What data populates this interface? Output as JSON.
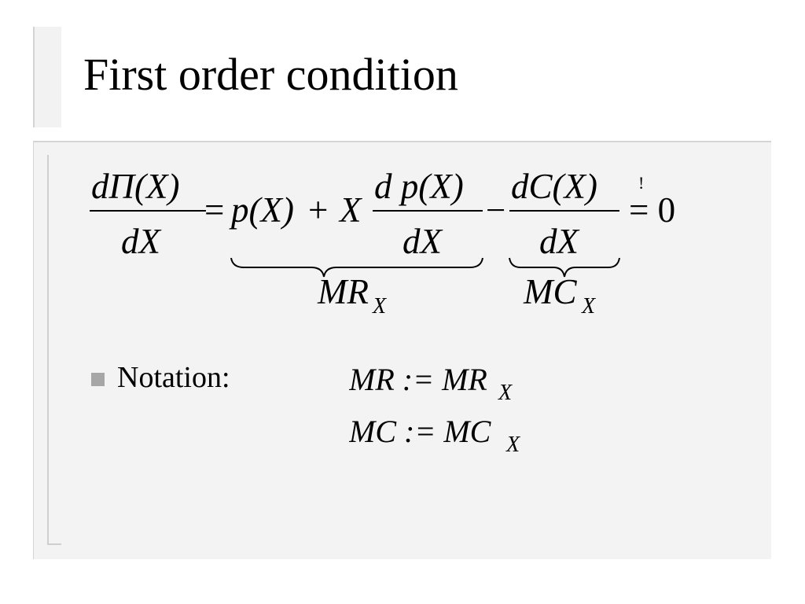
{
  "title": "First order condition",
  "formula": {
    "lhs_num": "dΠ(X)",
    "lhs_den": "dX",
    "eq": "=",
    "p_of_x": "p(X)",
    "plus": "+",
    "x_var": "X",
    "dp_num": "d p(X)",
    "dp_den": "dX",
    "minus": "−",
    "dc_num": "dC(X)",
    "dc_den": "dX",
    "bang": "!",
    "eq_zero": "= 0",
    "mr_label": "MR",
    "mr_sub": "X",
    "mc_label": "MC",
    "mc_sub": "X"
  },
  "bullet": {
    "label": "Notation:",
    "eq1_lhs": "MR := MR",
    "eq1_sub": "X",
    "eq2_lhs": "MC := MC",
    "eq2_sub": "X"
  }
}
